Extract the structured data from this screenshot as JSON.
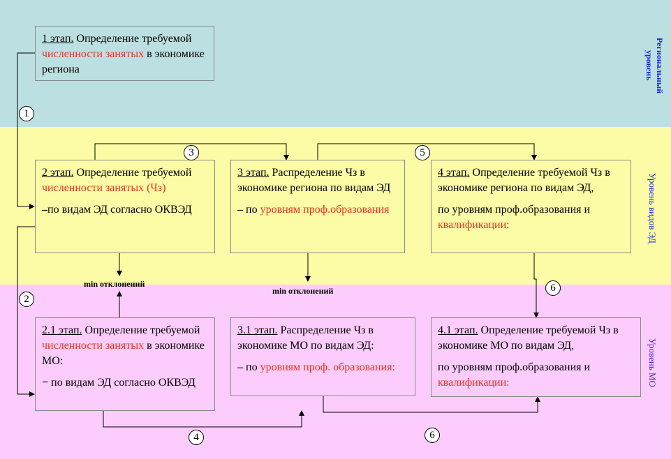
{
  "bands": {
    "regional": {
      "color": "#bcdfe2",
      "label": "Региональный уровень",
      "label_color": "#1a2adb"
    },
    "ved": {
      "color": "#fcfba6",
      "label": "Уровень видов ЭД",
      "label_color": "#1a2adb"
    },
    "mo": {
      "color": "#fccdfc",
      "label": "Уровень МО",
      "label_color": "#3f1ad8"
    }
  },
  "boxes": {
    "s1": {
      "stage": "1 этап.",
      "t1": " Определение требуемой ",
      "r1": "численности занятых",
      "t2": " в экономике региона"
    },
    "s2": {
      "stage": "2 этап.",
      "t1": " Определение требуемой ",
      "r1": "численности занятых (Чз)",
      "dash": "–",
      "p2": "по видам ЭД согласно ОКВЭД"
    },
    "s3": {
      "stage": "3 этап.",
      "t1": " Распределение Чз в экономике региона по видам ЭД",
      "dash": "–",
      "p2a": " по ",
      "r2": "уровням проф.образования"
    },
    "s4": {
      "stage": "4 этап.",
      "t1": " Определение требуемой Чз в экономике региона по видам ЭД,",
      "p2a": "по уровням проф.образования и ",
      "r2": "квалификации:"
    },
    "s21": {
      "stage": "2.1 этап.",
      "t1": " Определение требуемой ",
      "r1": "численности занятых",
      "t2": " в экономике МО:",
      "dash": "−",
      "p2": " по видам ЭД согласно ОКВЭД"
    },
    "s31": {
      "stage": "3.1 этап.",
      "t1": " Распределение Чз в экономике МО по видам ЭД:",
      "dash": "–",
      "p2a": " по ",
      "r2": "уровням проф. образования:"
    },
    "s41": {
      "stage": "4.1 этап.",
      "t1": " Определение требуемой Чз в экономике МО по видам ЭД,",
      "p2a": "по уровням проф.образования и ",
      "r2": "квалификации:"
    }
  },
  "notes": {
    "min1": "min отклонений",
    "min2": "min отклонений"
  },
  "connectors": {
    "c1": "1",
    "c2": "2",
    "c3": "3",
    "c4": "4",
    "c5": "5",
    "c6a": "6",
    "c6b": "6"
  },
  "colors": {
    "highlight": "#e8321e",
    "border": "#8a8a8a"
  }
}
